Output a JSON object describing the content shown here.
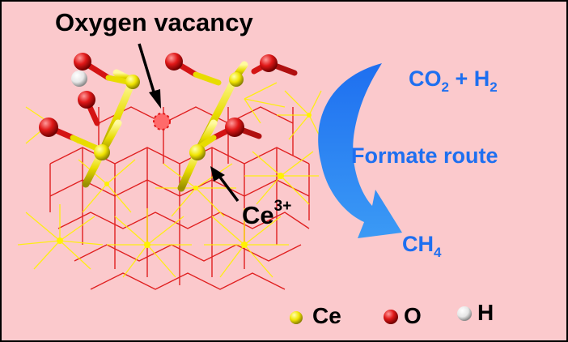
{
  "diagram": {
    "title": "Oxygen vacancy",
    "ce3_label": {
      "base": "Ce",
      "sup": "3+"
    },
    "reaction": {
      "reactants": {
        "a": "CO",
        "a_sub": "2",
        "plus": " + H",
        "b_sub": "2"
      },
      "route": "Formate route",
      "product": {
        "base": "CH",
        "sub": "4"
      }
    },
    "legend": [
      {
        "label": "Ce",
        "color": "#f0e400"
      },
      {
        "label": "O",
        "color": "#e01818"
      },
      {
        "label": "H",
        "color": "#f0f0f0"
      }
    ],
    "colors": {
      "background": "#fbc9cc",
      "ce_atom": "#f0e400",
      "o_atom": "#e01818",
      "h_atom": "#f0f0f0",
      "arrow_blue": "#1e6ff0",
      "text_blue": "#1e6ff0"
    }
  }
}
